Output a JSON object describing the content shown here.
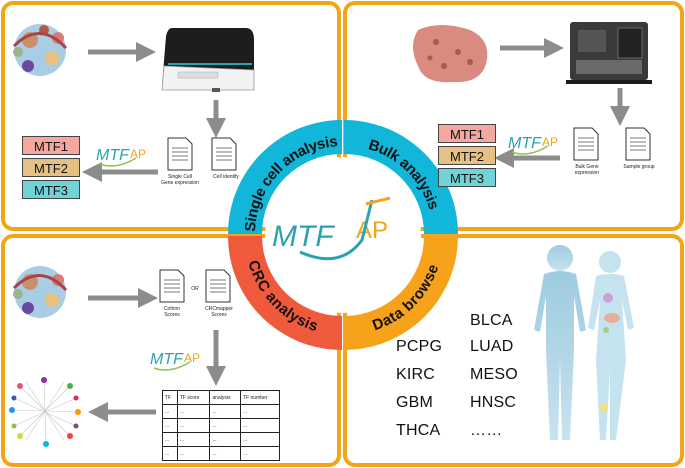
{
  "ring": {
    "single_cell": "Single cell analysis",
    "bulk": "Bulk analysis",
    "crc": "CRC analysis",
    "browse": "Data browse",
    "logo": "MTFAP",
    "colors": {
      "single_cell": "#12b6d9",
      "bulk": "#12b6d9",
      "crc": "#f05a3c",
      "browse": "#f7a21b"
    }
  },
  "single_cell_panel": {
    "mtf_boxes": [
      "MTF1",
      "MTF2",
      "MTF3"
    ],
    "doc1_label": "Single Cell\nGene expression",
    "doc2_label": "Cell identify"
  },
  "bulk_panel": {
    "mtf_boxes": [
      "MTF1",
      "MTF2",
      "MTF3"
    ],
    "doc1_label": "Bulk Gene\nexpression",
    "doc2_label": "Sample group"
  },
  "crc_panel": {
    "doc1_label": "Coltron\nScores",
    "or_label": "OR",
    "doc2_label": "CRCmapper\nScores",
    "table_header": [
      "TF",
      "TF score",
      "analysis",
      "TF number"
    ],
    "table_rows": [
      [
        "...",
        "...",
        "...",
        "..."
      ],
      [
        "...",
        "...",
        "...",
        "..."
      ],
      [
        "...",
        "...",
        "...",
        "..."
      ],
      [
        "...",
        "...",
        "...",
        "..."
      ]
    ]
  },
  "browse_panel": {
    "cancers": [
      "BLCA",
      "PCPG",
      "LUAD",
      "KIRC",
      "MESO",
      "GBM",
      "HNSC",
      "THCA",
      "……"
    ]
  },
  "frame_color": "#f2a516"
}
